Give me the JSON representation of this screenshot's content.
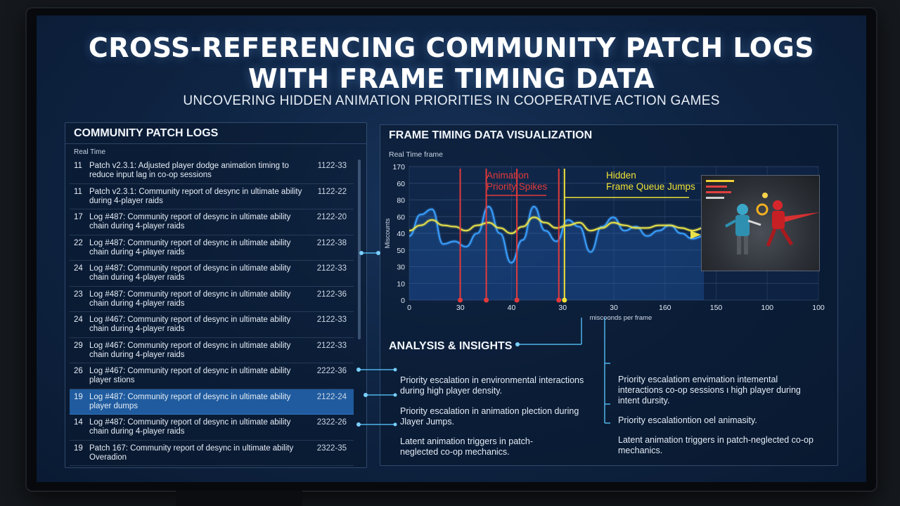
{
  "title_line1": "CROSS-REFERENCING COMMUNITY PATCH LOGS",
  "title_line2": "WITH FRAME TIMING DATA",
  "subtitle": "UNCOVERING HIDDEN ANIMATION PRIORITIES IN COOPERATIVE ACTION GAMES",
  "left_panel": {
    "title": "COMMUNITY PATCH LOGS",
    "sublabel": "Real Time",
    "rows": [
      {
        "num": "11",
        "text": "Patch v2.3.1: Adjusted player dodge animation timing to reduce input lag in co-op sessions",
        "code": "1122-33"
      },
      {
        "num": "11",
        "text": "Patch v2.3.1: Community report of desync in ultimate ability during 4-player raids",
        "code": "1122-22"
      },
      {
        "num": "17",
        "text": "Log #487: Community report of desync in ultimate ability chain during 4-player raids",
        "code": "2122-20"
      },
      {
        "num": "22",
        "text": "Log #487: Community report of desync in ultimate ability chain during 4-player raids",
        "code": "2122-38"
      },
      {
        "num": "24",
        "text": "Log #487: Community report of desync in ultimate ability chain during 4-player raids",
        "code": "2122-33"
      },
      {
        "num": "23",
        "text": "Log #487: Community report of desync in ultimate ability chain during 4-player raids",
        "code": "2122-36"
      },
      {
        "num": "24",
        "text": "Log #467: Community report of desync in ultimate ability chain during 4-player raids",
        "code": "2122-33"
      },
      {
        "num": "29",
        "text": "Log #467: Community report of desync in ultimate ability chain during 4-player raids",
        "code": "2122-33"
      },
      {
        "num": "26",
        "text": "Log #467: Community report of desync in ultimate ability player stions",
        "code": "2222-36"
      },
      {
        "num": "19",
        "text": "Log #487: Community report of desync in ultimate ability player dumps",
        "code": "2122-24"
      },
      {
        "num": "14",
        "text": "Log #487: Community report of desync in ultimate ability chain during 4-player raids",
        "code": "2322-26"
      },
      {
        "num": "19",
        "text": "Patch 167: Community report of desync in ultimate ability Overadion",
        "code": "2322-35"
      }
    ],
    "selected_index": 9
  },
  "right_panel": {
    "title": "FRAME TIMING DATA VISUALIZATION",
    "rt_label": "Real Time frame",
    "annotation_red": "Animation\nPriority Spikes",
    "annotation_red_l1": "Animation",
    "annotation_red_l2": "Priority Spikes",
    "annotation_yellow_l1": "Hidden",
    "annotation_yellow_l2": "Frame Queue Jumps",
    "analysis_title": "ANALYSIS & INSIGHTS",
    "insights_left": [
      "Priority escalation in environmental interactions during high player density.",
      "Priority escalation in animation plection during Jlayer Jumps.",
      "Latent animation triggers in patch-neglected co-op mechanics."
    ],
    "insights_right": [
      "Priority escalatiom envimation intemental interactions co-op sessions ι high player during intent dursity.",
      "Priority escalationtion oel animasity.",
      "Latent animation triggers in patch-neglected co-op mechanics."
    ]
  },
  "chart_data": {
    "type": "line",
    "xlabel": "miscoonds per frame",
    "ylabel": "Miscounts",
    "y_ticks": [
      "0",
      "10",
      "30",
      "50",
      "40",
      "60",
      "80",
      "60",
      "170"
    ],
    "x_ticks": [
      "0",
      "30",
      "40",
      "30",
      "30",
      "160",
      "150",
      "100",
      "100"
    ],
    "series": [
      {
        "color": "#3aa0ff",
        "values": [
          48,
          64,
          68,
          42,
          44,
          40,
          50,
          70,
          50,
          28,
          45,
          70,
          52,
          44,
          60,
          55,
          36,
          55,
          62,
          52,
          55,
          48,
          52,
          56,
          50,
          46,
          48
        ]
      },
      {
        "color": "#e8e24a",
        "values": [
          52,
          56,
          60,
          56,
          55,
          52,
          56,
          58,
          54,
          50,
          55,
          62,
          58,
          54,
          56,
          58,
          52,
          54,
          58,
          56,
          54,
          54,
          56,
          56,
          54,
          52,
          54
        ]
      }
    ],
    "red_markers_at": [
      4.5,
      6.8,
      9.5,
      13.2
    ],
    "yellow_markers_at": [
      13.7
    ],
    "colors": {
      "red": "#e23a3a",
      "yellow": "#f2e236",
      "accent": "#4fb4e8"
    }
  }
}
